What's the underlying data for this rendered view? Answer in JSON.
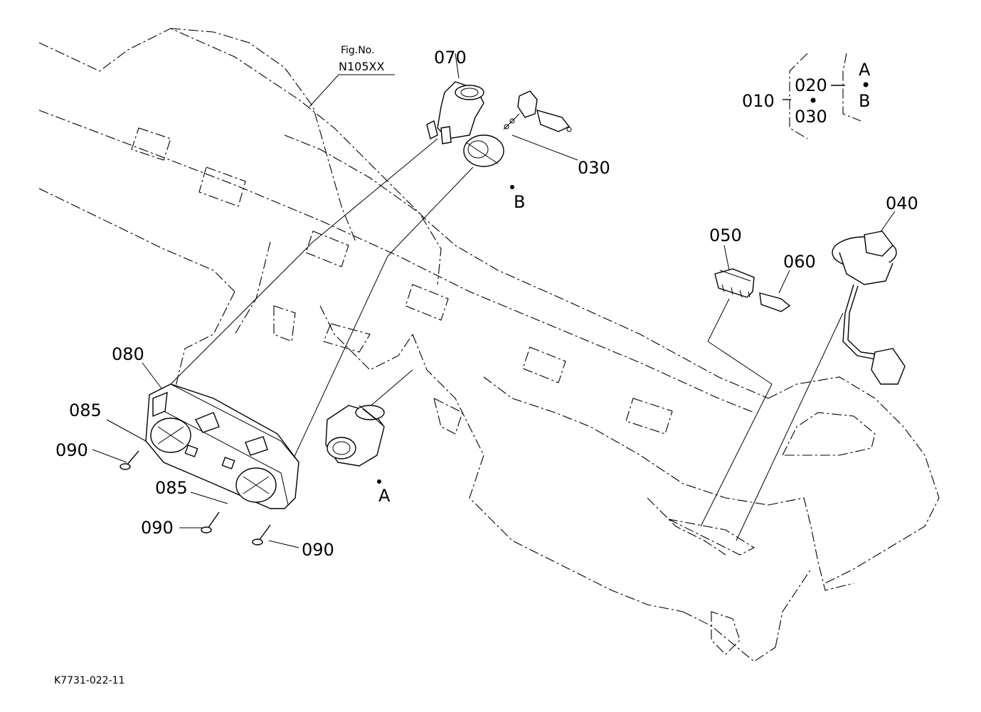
{
  "figure": {
    "fig_no_label": "Fig.No.",
    "fig_no_value": "N105XX",
    "drawing_id": "K7731-022-11"
  },
  "parts": {
    "p010": "010",
    "p020": "020",
    "p030_group": "030",
    "p030": "030",
    "p040": "040",
    "p050": "050",
    "p060": "060",
    "p070": "070",
    "p080": "080",
    "p085_a": "085",
    "p085_b": "085",
    "p090_a": "090",
    "p090_b": "090",
    "p090_c": "090"
  },
  "refs": {
    "group_a": "A",
    "group_b": "B",
    "marker_a": "A",
    "marker_b": "B",
    "dot": "•"
  }
}
